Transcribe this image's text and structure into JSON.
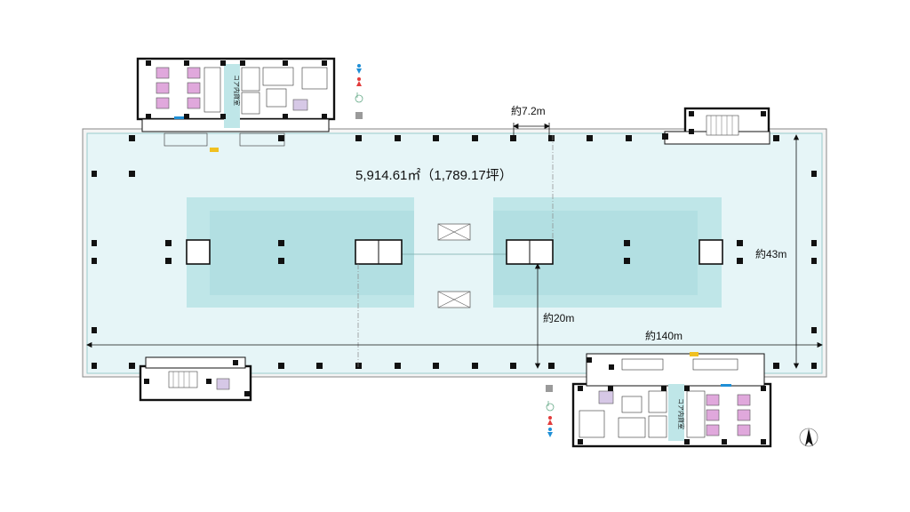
{
  "floor_plan": {
    "area_label": "5,914.61㎡（1,789.17坪）",
    "dimensions": {
      "column_span": "約7.2m",
      "depth": "約43m",
      "core_distance": "約20m",
      "width": "約140m"
    },
    "core_label_north": "コア内貸室",
    "core_label_south": "コア内貸室",
    "amenity_icons": [
      "male-restroom-icon",
      "female-restroom-icon",
      "accessible-restroom-icon",
      "multipurpose-icon"
    ],
    "compass": "north-arrow-icon",
    "colors": {
      "office_area": "#e6f5f7",
      "core_zone": "#bfe6e8",
      "elevator": "#ffffff",
      "restroom_stall": "#e0a8dc",
      "accent_blue": "#1f8fd6",
      "accent_red": "#e23b3b",
      "accent_yellow": "#f0c020",
      "outline": "#111111"
    }
  }
}
